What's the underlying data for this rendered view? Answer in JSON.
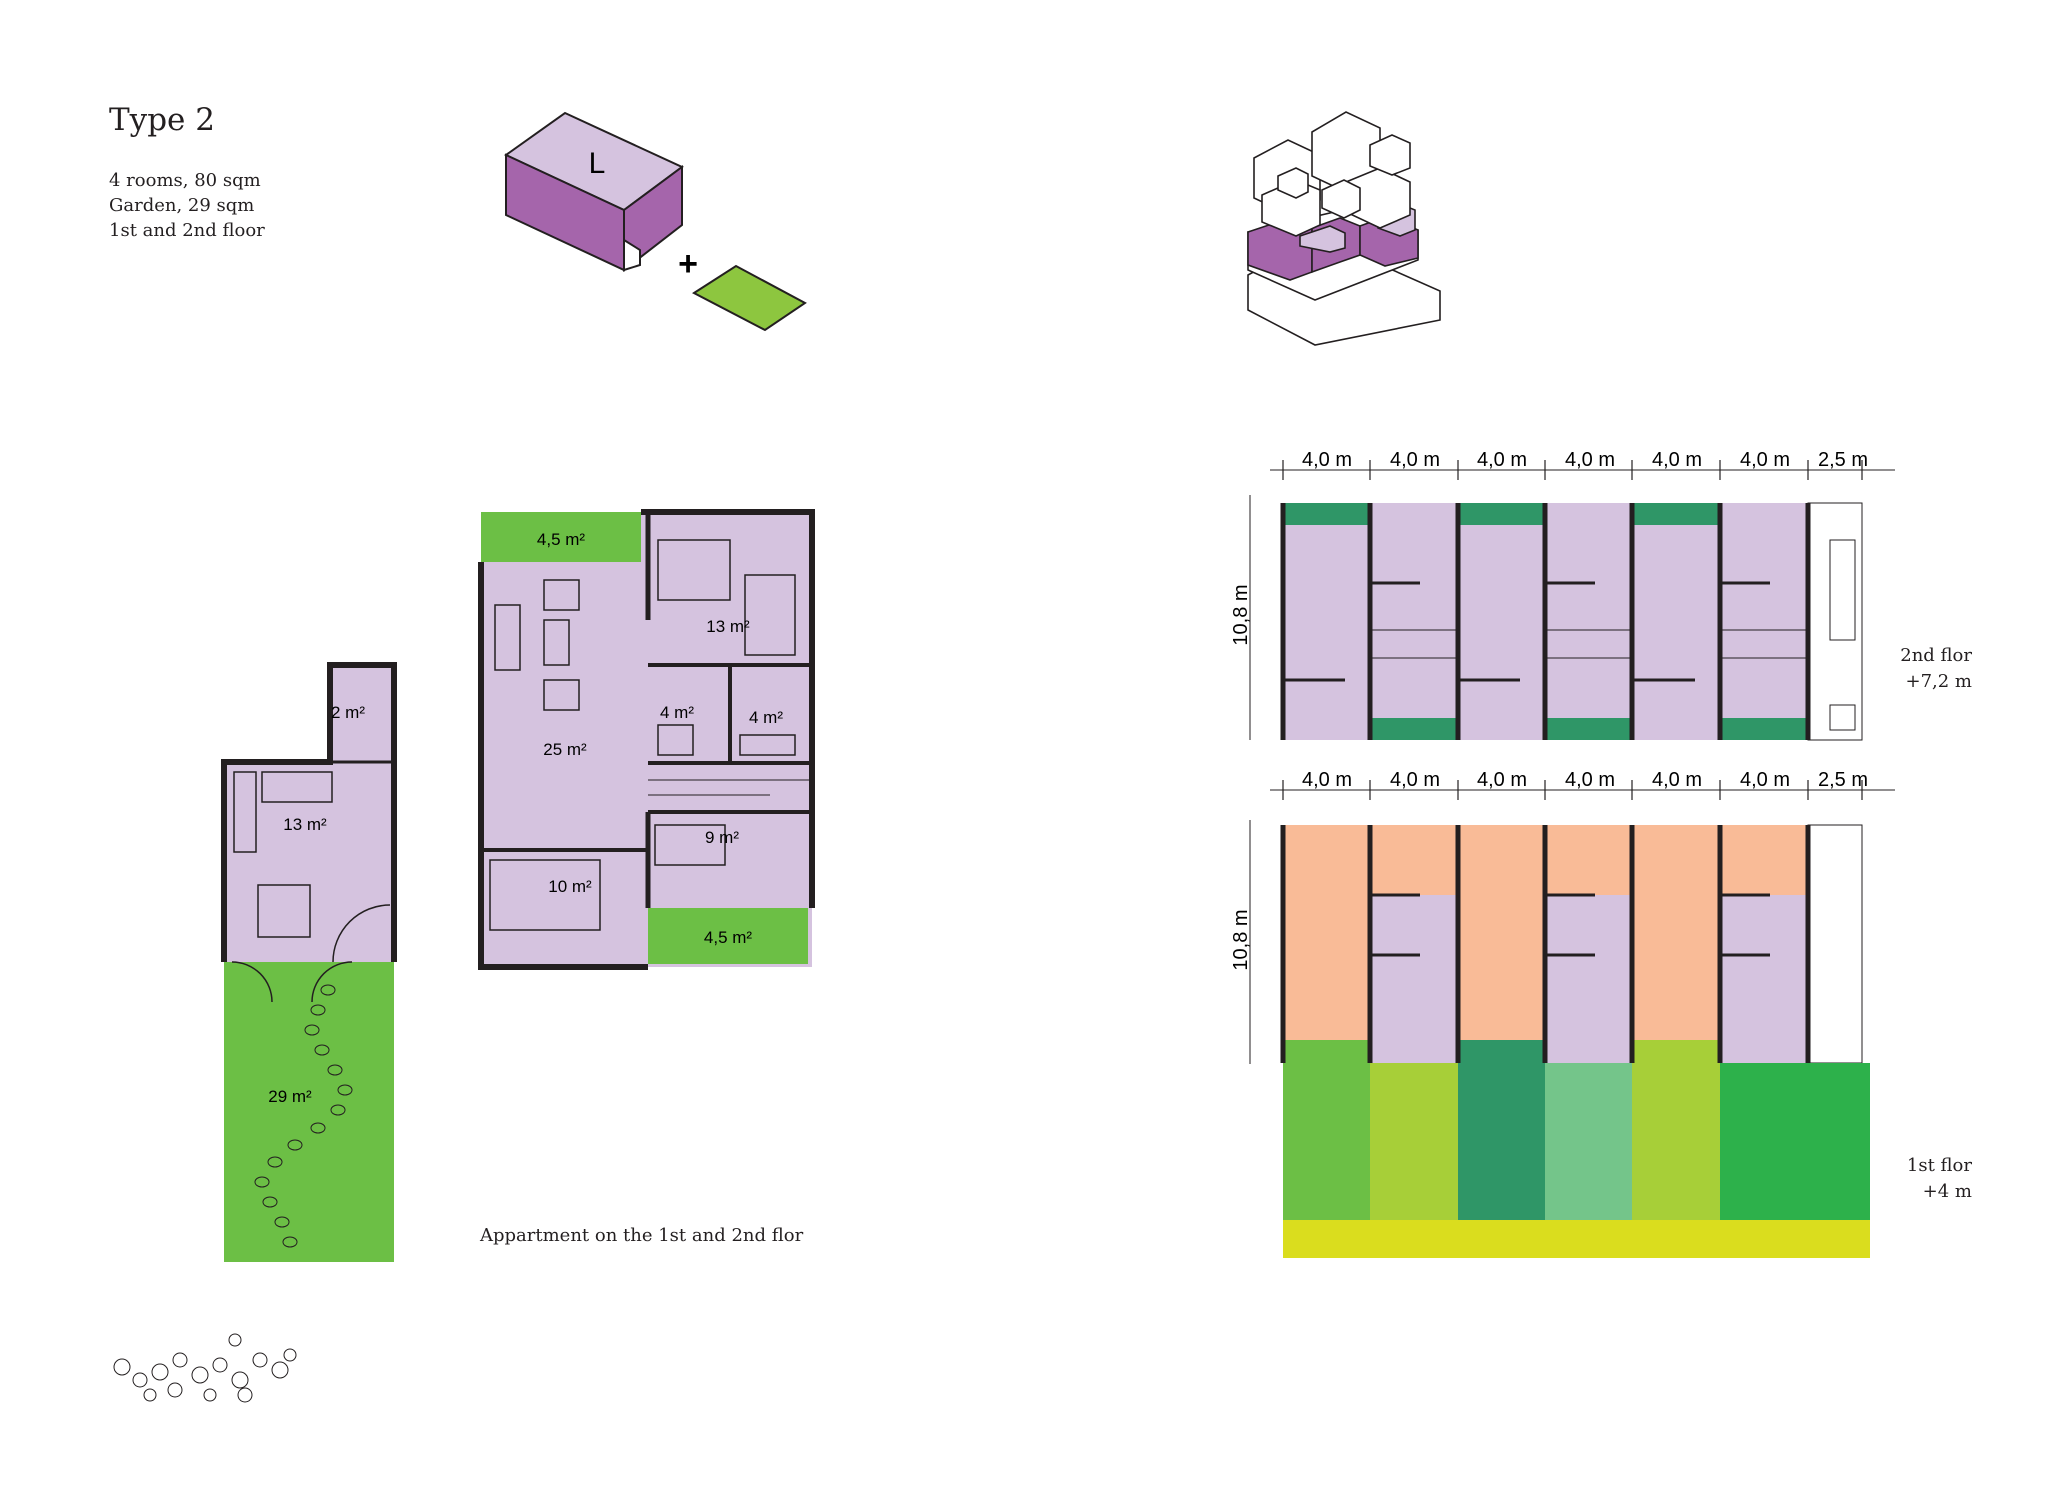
{
  "header": {
    "title": "Type 2",
    "info": [
      "4 rooms, 80 sqm",
      "Garden, 29 sqm",
      "1st and 2nd floor"
    ]
  },
  "axonometric": {
    "unit_label": "L",
    "plus": "+"
  },
  "unit_plan": {
    "caption": "Appartment on the 1st and 2nd flor",
    "rooms_1st": [
      {
        "label": "2 m²"
      },
      {
        "label": "13 m²"
      },
      {
        "label": "29 m²"
      }
    ],
    "rooms_2nd": [
      {
        "label": "4,5 m²"
      },
      {
        "label": "13 m²"
      },
      {
        "label": "25 m²"
      },
      {
        "label": "4 m²"
      },
      {
        "label": "4 m²"
      },
      {
        "label": "9 m²"
      },
      {
        "label": "10 m²"
      },
      {
        "label": "4,5 m²"
      }
    ]
  },
  "row_plans": {
    "widths": [
      "4,0 m",
      "4,0 m",
      "4,0 m",
      "4,0 m",
      "4,0 m",
      "4,0 m",
      "2,5 m"
    ],
    "depth": "10,8 m",
    "upper": {
      "name": "2nd flor",
      "level": "+7,2 m"
    },
    "lower": {
      "name": "1st flor",
      "level": "+4 m"
    }
  },
  "colors": {
    "lilac": "#d5c3df",
    "purple": "#a565ab",
    "green": "#6cbf45",
    "dark_green": "#2f9667",
    "light_green": "#a7cf38",
    "mint": "#74c58a",
    "bright_green": "#2db14b",
    "salmon": "#f9bb97",
    "yellow": "#dadd1e",
    "wall": "#231f20"
  }
}
